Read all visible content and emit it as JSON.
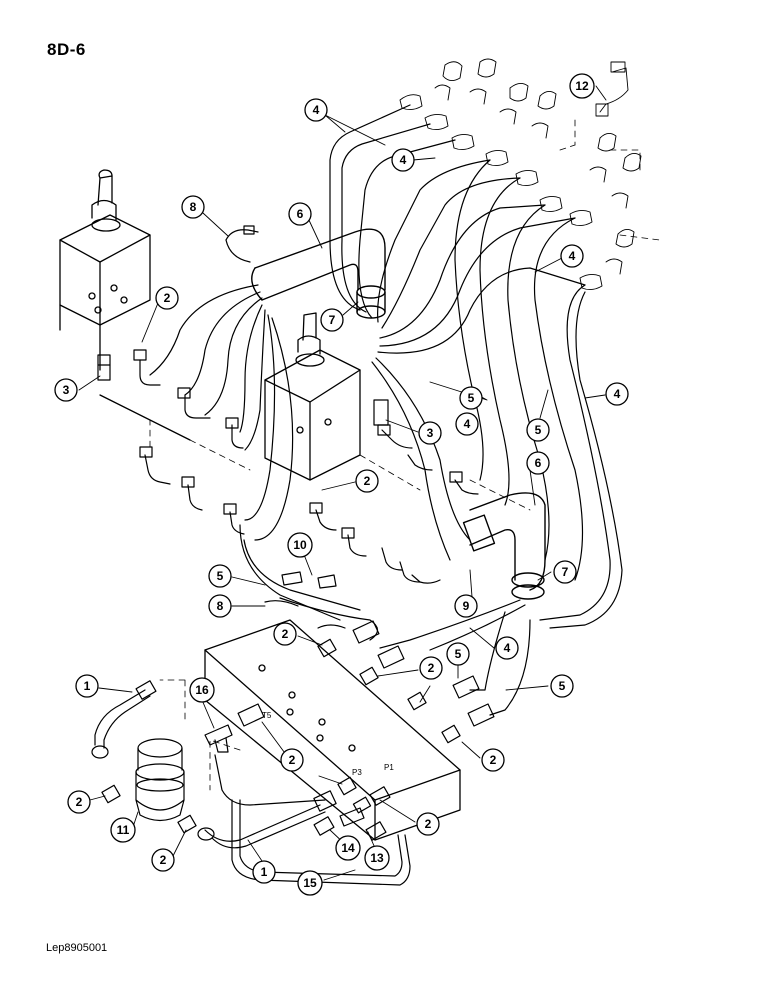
{
  "header": {
    "page_code": "8D-6"
  },
  "footer": {
    "reference": "Lep8905001"
  },
  "diagram": {
    "port_labels": [
      "T5",
      "P3",
      "P1"
    ],
    "callouts": [
      {
        "id": "c4a",
        "label": "4"
      },
      {
        "id": "c4b",
        "label": "4"
      },
      {
        "id": "c12",
        "label": "12"
      },
      {
        "id": "c8a",
        "label": "8"
      },
      {
        "id": "c6a",
        "label": "6"
      },
      {
        "id": "c4c",
        "label": "4"
      },
      {
        "id": "c2a",
        "label": "2"
      },
      {
        "id": "c7a",
        "label": "7"
      },
      {
        "id": "c3a",
        "label": "3"
      },
      {
        "id": "c5a",
        "label": "5"
      },
      {
        "id": "c4d",
        "label": "4"
      },
      {
        "id": "c4e",
        "label": "4"
      },
      {
        "id": "c5b",
        "label": "5"
      },
      {
        "id": "c3b",
        "label": "3"
      },
      {
        "id": "c6b",
        "label": "6"
      },
      {
        "id": "c2b",
        "label": "2"
      },
      {
        "id": "c10",
        "label": "10"
      },
      {
        "id": "c7b",
        "label": "7"
      },
      {
        "id": "c9",
        "label": "9"
      },
      {
        "id": "c5c",
        "label": "5"
      },
      {
        "id": "c8b",
        "label": "8"
      },
      {
        "id": "c2c",
        "label": "2"
      },
      {
        "id": "c4f",
        "label": "4"
      },
      {
        "id": "c5d",
        "label": "5"
      },
      {
        "id": "c2d",
        "label": "2"
      },
      {
        "id": "c5e",
        "label": "5"
      },
      {
        "id": "c1a",
        "label": "1"
      },
      {
        "id": "c16",
        "label": "16"
      },
      {
        "id": "c2e",
        "label": "2"
      },
      {
        "id": "c2f",
        "label": "2"
      },
      {
        "id": "c2g",
        "label": "2"
      },
      {
        "id": "c11",
        "label": "11"
      },
      {
        "id": "c2h",
        "label": "2"
      },
      {
        "id": "c14",
        "label": "14"
      },
      {
        "id": "c13",
        "label": "13"
      },
      {
        "id": "c2i",
        "label": "2"
      },
      {
        "id": "c1b",
        "label": "1"
      },
      {
        "id": "c15",
        "label": "15"
      }
    ]
  }
}
